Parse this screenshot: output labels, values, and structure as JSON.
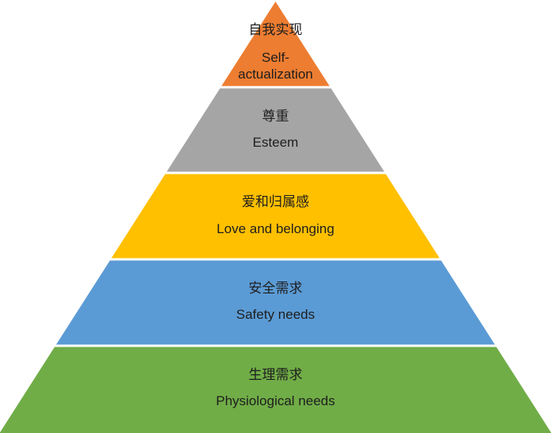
{
  "title": "Maslow's hierarchy of needs",
  "levels": [
    {
      "zh": "自我实现",
      "en_line1": "Self-",
      "en_line2": "actualization",
      "color": "#ED7D31"
    },
    {
      "zh": "尊重",
      "en": "Esteem",
      "color": "#A5A5A5"
    },
    {
      "zh": "爱和归属感",
      "en": "Love and belonging",
      "color": "#FFC000"
    },
    {
      "zh": "安全需求",
      "en": "Safety needs",
      "color": "#5B9BD5"
    },
    {
      "zh": "生理需求",
      "en": "Physiological needs",
      "color": "#70AD47"
    }
  ]
}
